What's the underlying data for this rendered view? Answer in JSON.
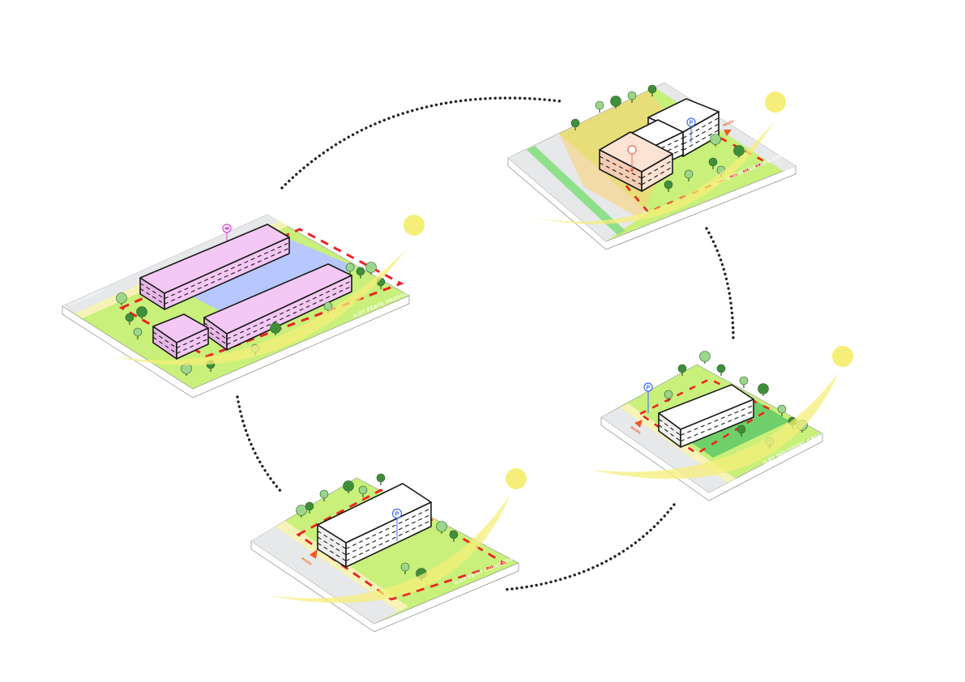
{
  "diagram": {
    "type": "cycle of four isometric urban block scenarios",
    "colors": {
      "grass": "#c8f07a",
      "road": "#e6e8ea",
      "sidewalk": "#f7f3b8",
      "boundary": "#ee2222",
      "sun": "#f5ef7a",
      "parking": "#b7c7ff",
      "production": "#f4c8f4",
      "commerce": "#fde3d3",
      "tree_dark": "#3f8f3a",
      "tree_light": "#9bd68a"
    },
    "blocks": [
      {
        "label": "ILOT PERTE PRODUCTION",
        "street": "Rue de la Grande Terre",
        "marker_icon": "workshop-pin-icon"
      },
      {
        "label": "ILOT SUR BOULEVARD URBAIN",
        "street": "",
        "access": "accès",
        "marker_icon": "shop-pin-icon",
        "parking_icon": "P"
      },
      {
        "label": "ILOT INDIVIDUEL GROUPÉ",
        "street": "",
        "access": "accès",
        "parking_icon": "P"
      },
      {
        "label": "ILOT PETIT COLLECTIF",
        "street": "",
        "access": "accès",
        "parking_icon": "P"
      }
    ]
  }
}
